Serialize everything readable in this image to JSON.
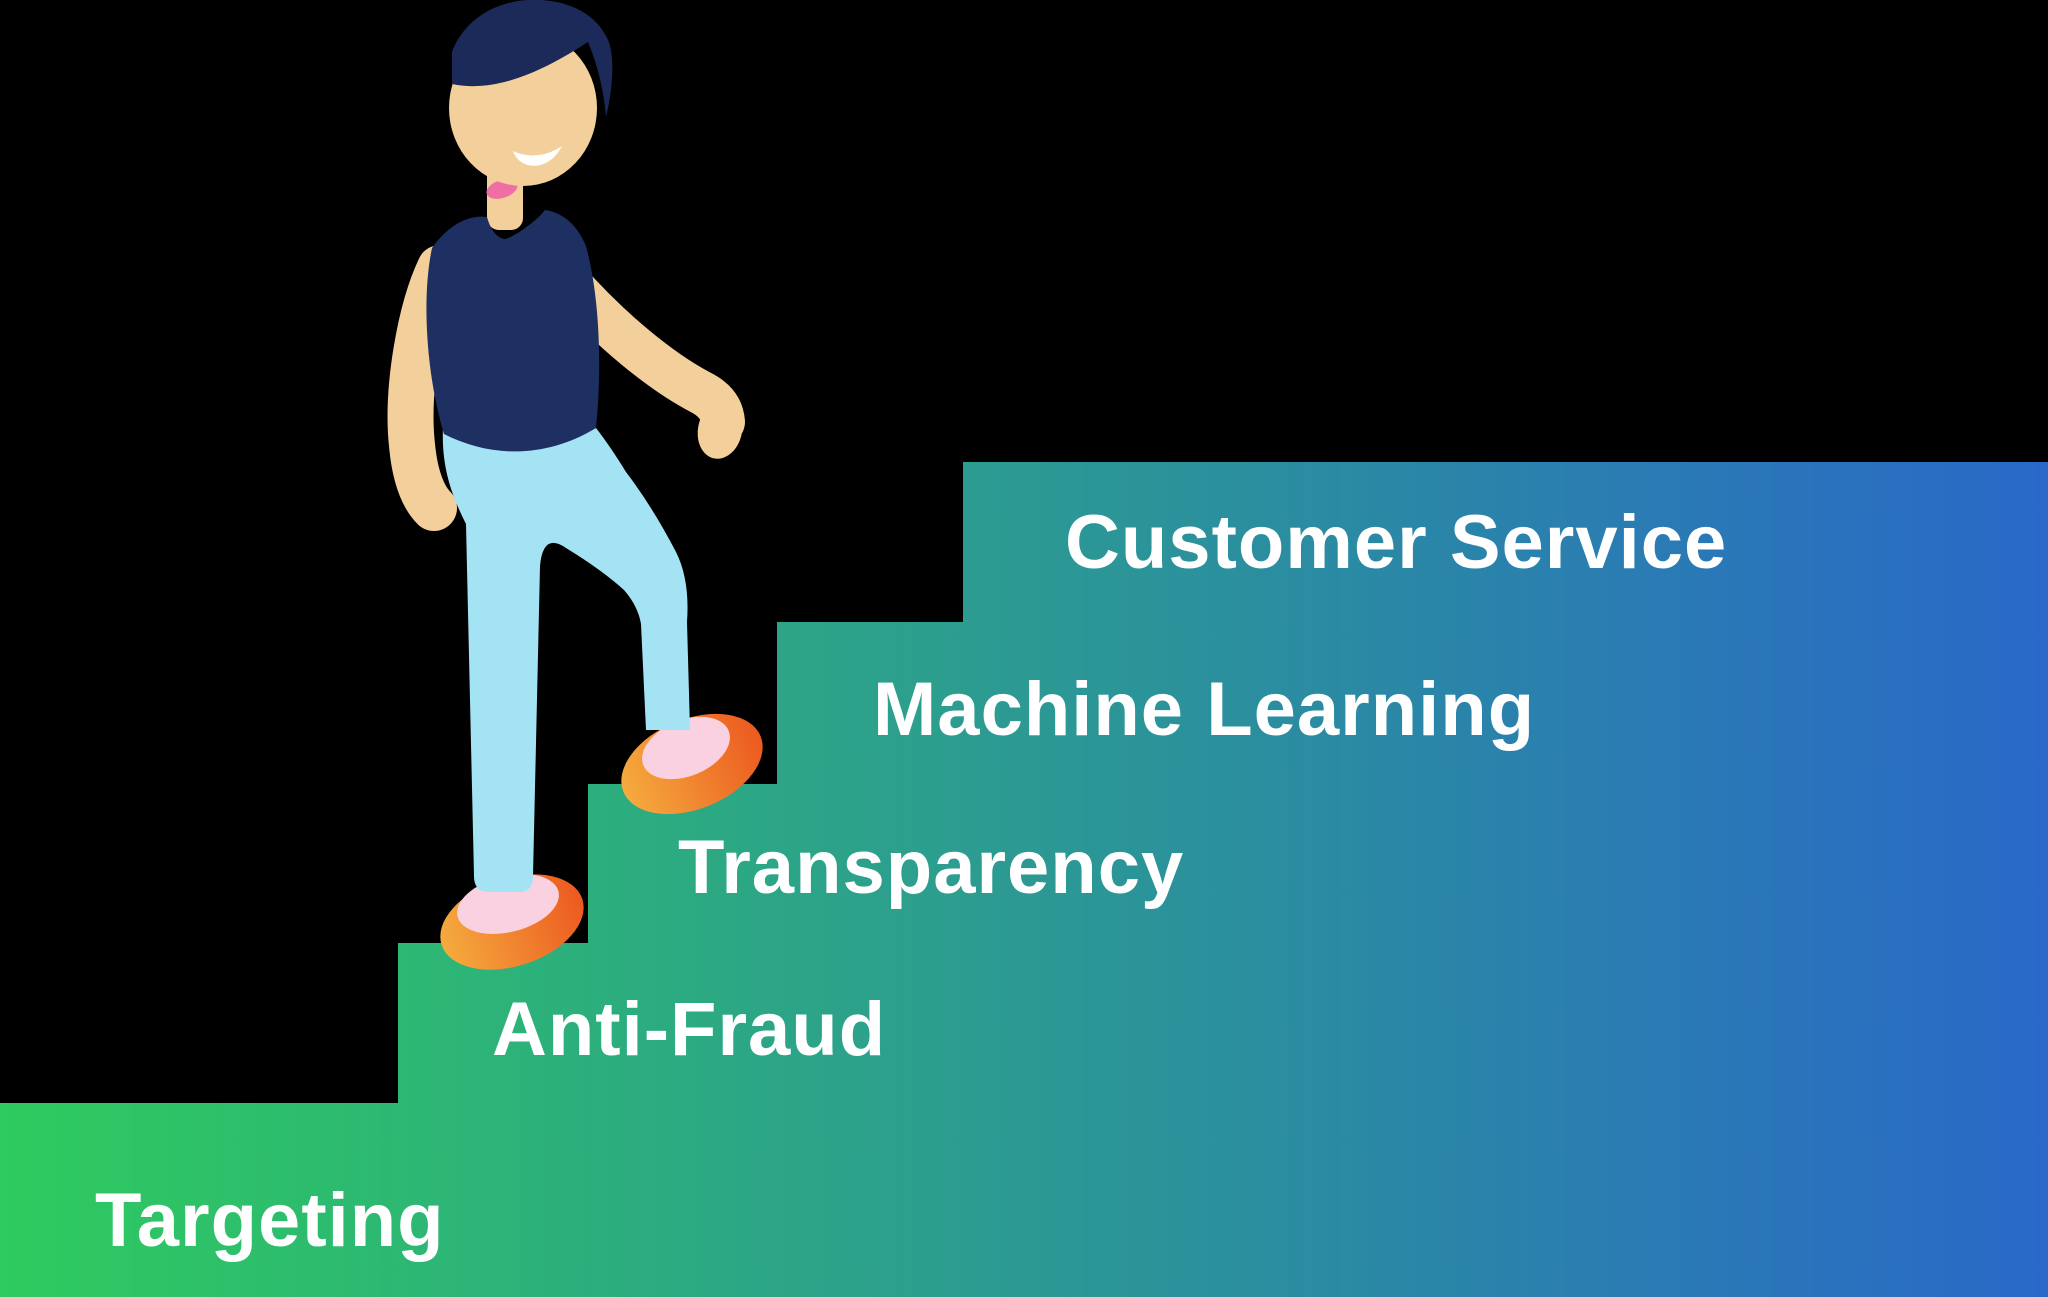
{
  "diagram": {
    "steps": [
      {
        "label": "Targeting"
      },
      {
        "label": "Anti-Fraud"
      },
      {
        "label": "Transparency"
      },
      {
        "label": "Machine Learning"
      },
      {
        "label": "Customer Service"
      }
    ],
    "colors": {
      "background": "#000000",
      "stair_gradient_start": "#2ecb5e",
      "stair_gradient_end": "#2968c8",
      "label_text": "#ffffff",
      "hair": "#1b2a58",
      "shirt": "#1e2f62",
      "skin": "#f3d09b",
      "pants": "#a3e3f4",
      "sock": "#f9d1e0",
      "collar": "#ef6fa5",
      "smile": "#ffffff",
      "shoe_gradient_start": "#f5ab3e",
      "shoe_gradient_end": "#ec5a20"
    }
  }
}
